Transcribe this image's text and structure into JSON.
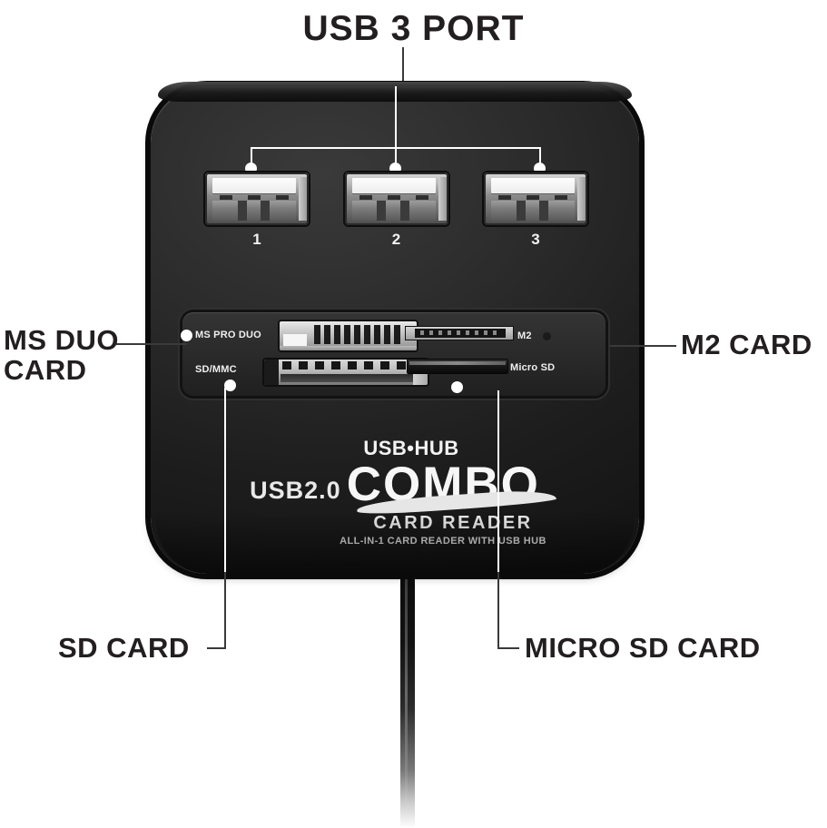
{
  "title": "USB 3  PORT",
  "device": {
    "usb_ports": [
      {
        "number": "1"
      },
      {
        "number": "2"
      },
      {
        "number": "3"
      }
    ],
    "slot_labels": {
      "ms_pro_duo": "MS PRO DUO",
      "sd_mmc": "SD/MMC",
      "m2": "M2",
      "micro_sd": "Micro SD"
    },
    "branding": {
      "usb_hub": "USB•HUB",
      "usb20": "USB2.0",
      "combo": "COMBO",
      "card_reader": "CARD READER",
      "tagline": "ALL-IN-1 CARD READER WITH USB HUB"
    }
  },
  "callouts": {
    "ms_duo_card": "MS DUO\nCARD",
    "m2_card": "M2 CARD",
    "sd_card": "SD CARD",
    "micro_sd_card": "MICRO SD CARD"
  },
  "colors": {
    "background": "#ffffff",
    "text": "#231f20",
    "device_body": "#2b2b2b",
    "device_edge": "#0a0a0a",
    "leader_line_light": "#ffffff",
    "leader_line_dark": "#3a3a3a",
    "slot_metal": "#c9c9c9"
  }
}
